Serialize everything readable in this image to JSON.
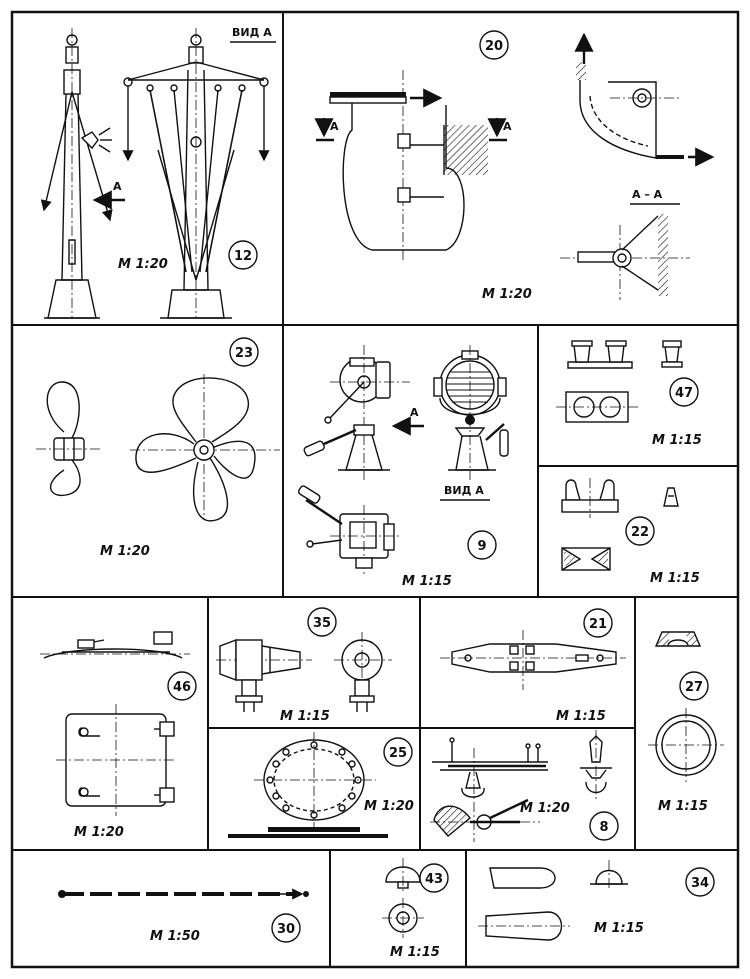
{
  "panels": {
    "p12": {
      "number": "12",
      "scale": "М 1:20",
      "view_label": "ВИД А",
      "arrow_label": "А"
    },
    "p20": {
      "number": "20",
      "scale": "М 1:20",
      "section_left": "А",
      "section_right": "А",
      "section_title": "А – А"
    },
    "p23": {
      "number": "23",
      "scale": "М 1:20"
    },
    "p9": {
      "number": "9",
      "scale": "М 1:15",
      "view_label": "ВИД А",
      "arrow_label": "А"
    },
    "p47": {
      "number": "47",
      "scale": "М 1:15"
    },
    "p22": {
      "number": "22",
      "scale": "М 1:15"
    },
    "p46": {
      "number": "46",
      "scale": "М 1:20"
    },
    "p35": {
      "number": "35",
      "scale": "М 1:15"
    },
    "p21": {
      "number": "21",
      "scale": "М 1:15"
    },
    "p27": {
      "number": "27",
      "scale": "М 1:15"
    },
    "p25": {
      "number": "25",
      "scale": "М 1:20"
    },
    "p8": {
      "number": "8",
      "scale": "М 1:20"
    },
    "p30": {
      "number": "30",
      "scale": "М 1:50"
    },
    "p43": {
      "number": "43",
      "scale": "М 1:15"
    },
    "p34": {
      "number": "34",
      "scale": "М 1:15"
    }
  }
}
